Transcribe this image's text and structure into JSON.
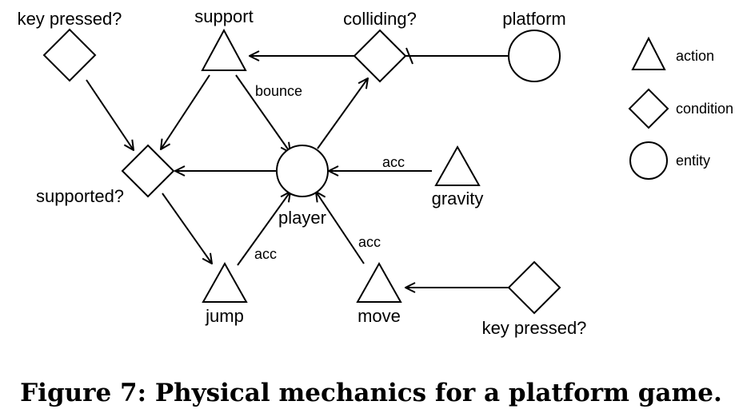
{
  "nodes": {
    "key_pressed_1": {
      "label": "key pressed?",
      "shape": "condition"
    },
    "support": {
      "label": "support",
      "shape": "action"
    },
    "colliding": {
      "label": "colliding?",
      "shape": "condition"
    },
    "platform": {
      "label": "platform",
      "shape": "entity"
    },
    "supported": {
      "label": "supported?",
      "shape": "condition"
    },
    "player": {
      "label": "player",
      "shape": "entity"
    },
    "gravity": {
      "label": "gravity",
      "shape": "action"
    },
    "jump": {
      "label": "jump",
      "shape": "action"
    },
    "move": {
      "label": "move",
      "shape": "action"
    },
    "key_pressed_2": {
      "label": "key pressed?",
      "shape": "condition"
    }
  },
  "edges": [
    {
      "from": "platform",
      "to": "support",
      "label": "",
      "via": "colliding"
    },
    {
      "from": "key_pressed_1",
      "to": "supported",
      "label": ""
    },
    {
      "from": "support",
      "to": "supported",
      "label": ""
    },
    {
      "from": "support",
      "to": "player",
      "label": "bounce"
    },
    {
      "from": "player",
      "to": "colliding",
      "label": ""
    },
    {
      "from": "player",
      "to": "supported",
      "label": ""
    },
    {
      "from": "gravity",
      "to": "player",
      "label": "acc"
    },
    {
      "from": "supported",
      "to": "jump",
      "label": ""
    },
    {
      "from": "jump",
      "to": "player",
      "label": "acc"
    },
    {
      "from": "move",
      "to": "player",
      "label": "acc"
    },
    {
      "from": "key_pressed_2",
      "to": "move",
      "label": ""
    }
  ],
  "edge_labels": {
    "bounce": "bounce",
    "acc_gravity": "acc",
    "acc_jump": "acc",
    "acc_move": "acc"
  },
  "legend": {
    "action": "action",
    "condition": "condition",
    "entity": "entity"
  },
  "caption": "Figure 7: Physical mechanics for a platform game."
}
